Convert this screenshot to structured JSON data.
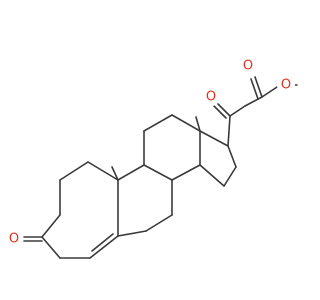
{
  "molecule": {
    "atom_labels": {
      "ketone_top_oxygen": "O",
      "ester_carbonyl_oxygen": "O",
      "ester_ether_oxygen": "O",
      "ring_ketone_oxygen": "O"
    },
    "colors": {
      "bond": "#3a3a3a",
      "oxygen": "#e0321e",
      "background": "#ffffff"
    }
  }
}
